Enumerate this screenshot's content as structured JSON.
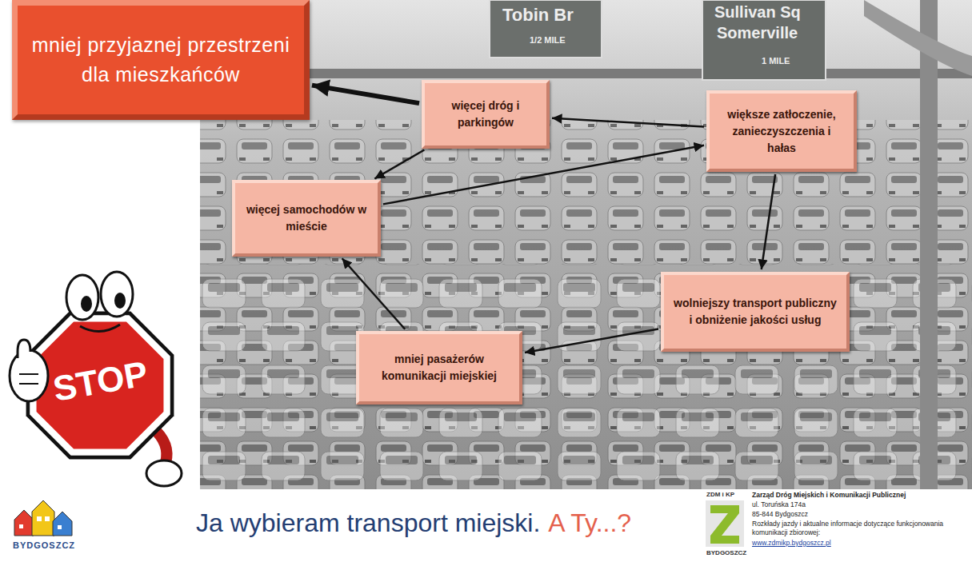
{
  "diagram": {
    "nodes": [
      {
        "text": [
          "mniej przyjaznej przestrzeni dla mieszkańców"
        ]
      },
      {
        "text": [
          "więcej dróg i parkingów"
        ]
      },
      {
        "text": [
          "większe zatłoczenie, zanieczyszczenia i hałas"
        ]
      },
      {
        "text": [
          "więcej samochodów w mieście"
        ]
      },
      {
        "text": [
          "wolniejszy transport publiczny i obniżenie jakości usług"
        ]
      },
      {
        "text": [
          "mniej pasażerów komunikacji miejskiej"
        ]
      }
    ],
    "edges": [
      {
        "from": 1,
        "to": 0,
        "arrow": "to"
      },
      {
        "from": 2,
        "to": 1,
        "arrow": "to"
      },
      {
        "from": 1,
        "to": 3,
        "arrow": "to"
      },
      {
        "from": 3,
        "to": 2,
        "arrow": "to"
      },
      {
        "from": 2,
        "to": 4,
        "arrow": "to"
      },
      {
        "from": 4,
        "to": 5,
        "arrow": "to"
      },
      {
        "from": 5,
        "to": 3,
        "arrow": "to"
      }
    ],
    "labels": [
      "Tobin Br",
      "1/2 MILE",
      "Sullivan Sq",
      "Somerville",
      "1 MILE",
      "STOP",
      "Ja wybieram transport miejski.",
      "A Ty...?",
      "BYDGOSZCZ",
      "ZDM i KP",
      "BYDGOSZCZ",
      "Zarząd Dróg Miejskich i Komunikacji Publicznej",
      "ul. Toruńska 174a",
      "85-844 Bydgoszcz",
      "Rozkłady jazdy i aktualne informacje dotyczące funkcjonowania komunikacji zbiorowej:",
      "www.zdmikp.bydgoszcz.pl"
    ]
  }
}
